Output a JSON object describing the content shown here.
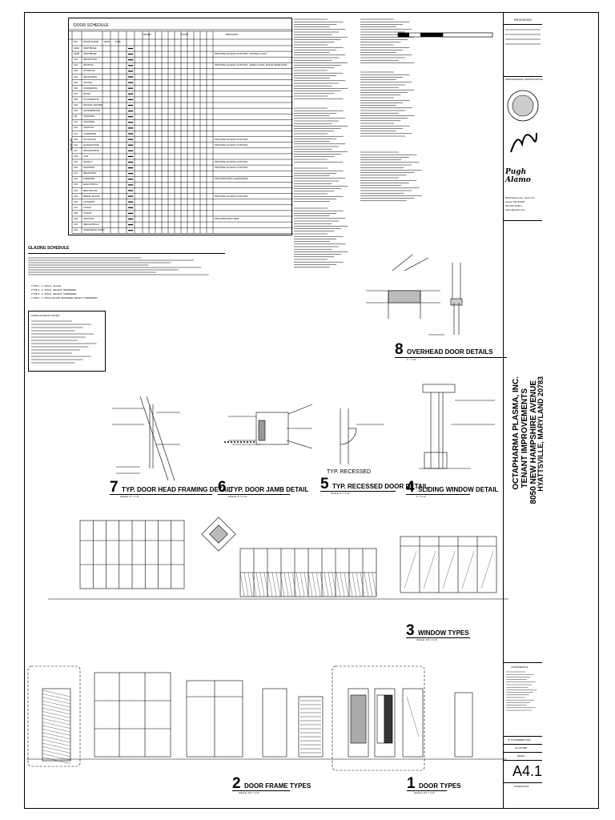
{
  "door_schedule": {
    "title": "DOOR SCHEDULE",
    "group_headers": [
      "FRAME",
      "DOOR",
      "REMARKS"
    ],
    "side_label": "SUITE 100",
    "col_headers": [
      "NO.",
      "ROOM NAME",
      "HDW",
      "FIRE"
    ],
    "rows": [
      {
        "no": "100A",
        "room": "VESTIBULE",
        "remark": ""
      },
      {
        "no": "100B",
        "room": "VESTIBULE",
        "remark": "PROVIDE ACCESS CONTROL. DOUBLE LOCK"
      },
      {
        "no": "101",
        "room": "RECEPTION",
        "remark": ""
      },
      {
        "no": "102",
        "room": "WAITING",
        "remark": "PROVIDE ACCESS CONTROL, WIRE GLASS, DOOR OPERATOR"
      },
      {
        "no": "103",
        "room": "STORAGE",
        "remark": ""
      },
      {
        "no": "104",
        "room": "MANAGERS",
        "remark": ""
      },
      {
        "no": "105",
        "room": "OFFICE",
        "remark": ""
      },
      {
        "no": "106",
        "room": "SCREENING",
        "remark": ""
      },
      {
        "no": "107",
        "room": "EXAM",
        "remark": ""
      },
      {
        "no": "108",
        "room": "COUNSELING",
        "remark": ""
      },
      {
        "no": "109",
        "room": "DONOR CENTER",
        "remark": ""
      },
      {
        "no": "110",
        "room": "CONFERENCE",
        "remark": ""
      },
      {
        "no": "111",
        "room": "TRAINING",
        "remark": ""
      },
      {
        "no": "112",
        "room": "TRAINING",
        "remark": ""
      },
      {
        "no": "113",
        "room": "JANITOR",
        "remark": ""
      },
      {
        "no": "114",
        "room": "CORRIDOR",
        "remark": ""
      },
      {
        "no": "115",
        "room": "PHYSICIAN",
        "remark": "PROVIDE ACCESS CONTROL"
      },
      {
        "no": "116",
        "room": "QUARANTINE",
        "remark": "PROVIDE ACCESS CONTROL"
      },
      {
        "no": "117",
        "room": "PROCESSING",
        "remark": ""
      },
      {
        "no": "118",
        "room": "LAB",
        "remark": ""
      },
      {
        "no": "119",
        "room": "SUPPLY",
        "remark": "PROVIDE ACCESS CONTROL"
      },
      {
        "no": "120",
        "room": "SHIPPING",
        "remark": "PROVIDE ACCESS CONTROL"
      },
      {
        "no": "121",
        "room": "RECEIVING",
        "remark": ""
      },
      {
        "no": "122",
        "room": "FREEZER",
        "remark": "PROVIDE PANIC HARDWARE"
      },
      {
        "no": "123",
        "room": "ELECTRICAL",
        "remark": ""
      },
      {
        "no": "124",
        "room": "RESTROOM",
        "remark": ""
      },
      {
        "no": "125",
        "room": "BREAK ROOM",
        "remark": "PROVIDE ACCESS CONTROL"
      },
      {
        "no": "126",
        "room": "LOCKERS",
        "remark": ""
      },
      {
        "no": "127",
        "room": "TOILET",
        "remark": ""
      },
      {
        "no": "128",
        "room": "TOILET",
        "remark": ""
      },
      {
        "no": "129",
        "room": "JANITOR",
        "remark": "PROVIDE PANIC BAR"
      },
      {
        "no": "130",
        "room": "MECHANICAL",
        "remark": ""
      },
      {
        "no": "131",
        "room": "OVERHEAD DOOR",
        "remark": ""
      }
    ]
  },
  "glazing": {
    "title": "GLAZING SCHEDULE",
    "types": [
      "TYPE 1 - 1\" INSUL. GLASS",
      "TYPE 2 - 1\" INSUL. SELECT TEMPERED",
      "TYPE 3 - 1\" INSUL. SELECT, TEMPERED",
      "TYPE 4 - 1\" INSUL GLASS SPANDREL SELECT TEMPERED"
    ],
    "notes_title": "FINISH GLAZING NOTES:"
  },
  "details": [
    {
      "num": "8",
      "title": "OVERHEAD DOOR DETAILS",
      "scale": "1\" = 1'-0\""
    },
    {
      "num": "7",
      "title": "TYP. DOOR HEAD FRAMING DETAIL",
      "scale": "SCALE: 3\" = 1'-0\""
    },
    {
      "num": "6",
      "title": "TYP. DOOR JAMB DETAIL",
      "scale": "SCALE: 3\" = 1'-0\""
    },
    {
      "num": "5",
      "title": "TYP. RECESSED DOOR DETAIL",
      "scale": "SCALE: 3\" = 1'-0\""
    },
    {
      "num": "4",
      "title": "SLIDING WINDOW DETAIL",
      "scale": "1\" = 1'-0\""
    },
    {
      "num": "3",
      "title": "WINDOW TYPES",
      "scale": "SCALE: 1/4\" = 1'-0\""
    },
    {
      "num": "2",
      "title": "DOOR FRAME TYPES",
      "scale": "SCALE: 1/4\" = 1'-0\""
    },
    {
      "num": "1",
      "title": "DOOR TYPES",
      "scale": "SCALE: 1/4\" = 1'-0\""
    }
  ],
  "recessed_label": "TYP. RECESSED",
  "title_block": {
    "revisions": "REVISIONS",
    "firm_name": "Pugh Alamo",
    "address1": "9010 Route Line, Suite 170",
    "address2": "Laurel, MD 20708",
    "phone": "301.541.2236 p",
    "web": "www.aligncao.com",
    "professional_cert": "PROFESSIONAL CERTIFICATION",
    "project_name": "OCTAPHARMA PLASMA, INC.",
    "project_sub": "TENANT IMPROVEMENTS",
    "address_line": "8050 NEW HAMPSHIRE AVENUE",
    "city": "HYATTSVILLE, MARYLAND 20783",
    "confidential": "CONFIDENTIAL",
    "date": "07 NOVEMBER 2022",
    "scale": "AS NOTED",
    "drawn": "DD/DA",
    "sheet_no": "A4.1",
    "sheet_title": "SCHEDULES"
  }
}
